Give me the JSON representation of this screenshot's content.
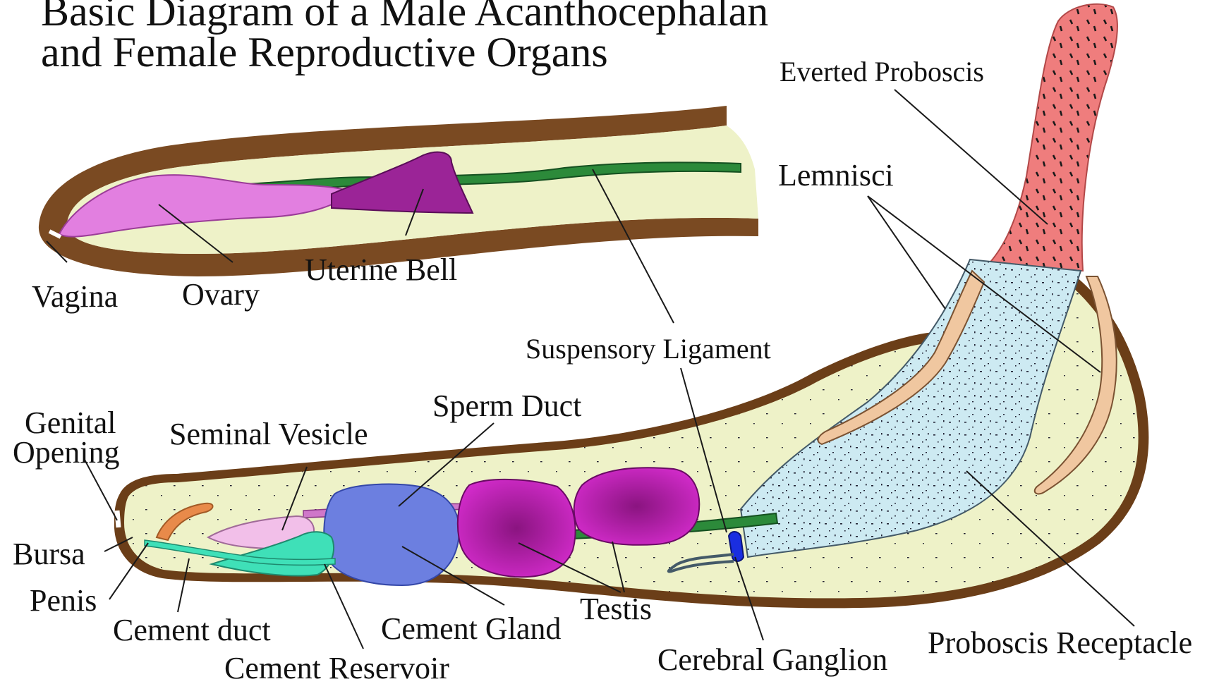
{
  "title": {
    "line1": "Basic Diagram of a Male Acanthocephalan",
    "line2": "and Female Reproductive Organs"
  },
  "labels": {
    "everted_proboscis": "Everted Proboscis",
    "lemnisci": "Lemnisci",
    "vagina": "Vagina",
    "ovary": "Ovary",
    "uterine_bell": "Uterine Bell",
    "suspensory_ligament": "Suspensory Ligament",
    "genital_opening_1": "Genital",
    "genital_opening_2": "Opening",
    "seminal_vesicle": "Seminal Vesicle",
    "sperm_duct": "Sperm Duct",
    "bursa": "Bursa",
    "penis": "Penis",
    "cement_duct": "Cement duct",
    "cement_reservoir": "Cement Reservoir",
    "cement_gland": "Cement Gland",
    "testis": "Testis",
    "cerebral_ganglion": "Cerebral Ganglion",
    "proboscis_receptacle": "Proboscis Receptacle"
  },
  "colors": {
    "body_wall": "#7a4a22",
    "body_fill": "#eef2c8",
    "ovary": "#e27fe0",
    "uterine_bell": "#9b2497",
    "ligament": "#2c8a3a",
    "proboscis": "#ef7d7d",
    "receptacle": "#cdeaf2",
    "lemnisci": "#f0c7a0",
    "seminal_vesicle": "#f2bfe9",
    "cement_gland": "#6c7fe0",
    "testis": "#cc22c4",
    "cement_reservoir": "#3fe0b8",
    "penis": "#e88a4a",
    "ganglion": "#1a2ee0"
  }
}
